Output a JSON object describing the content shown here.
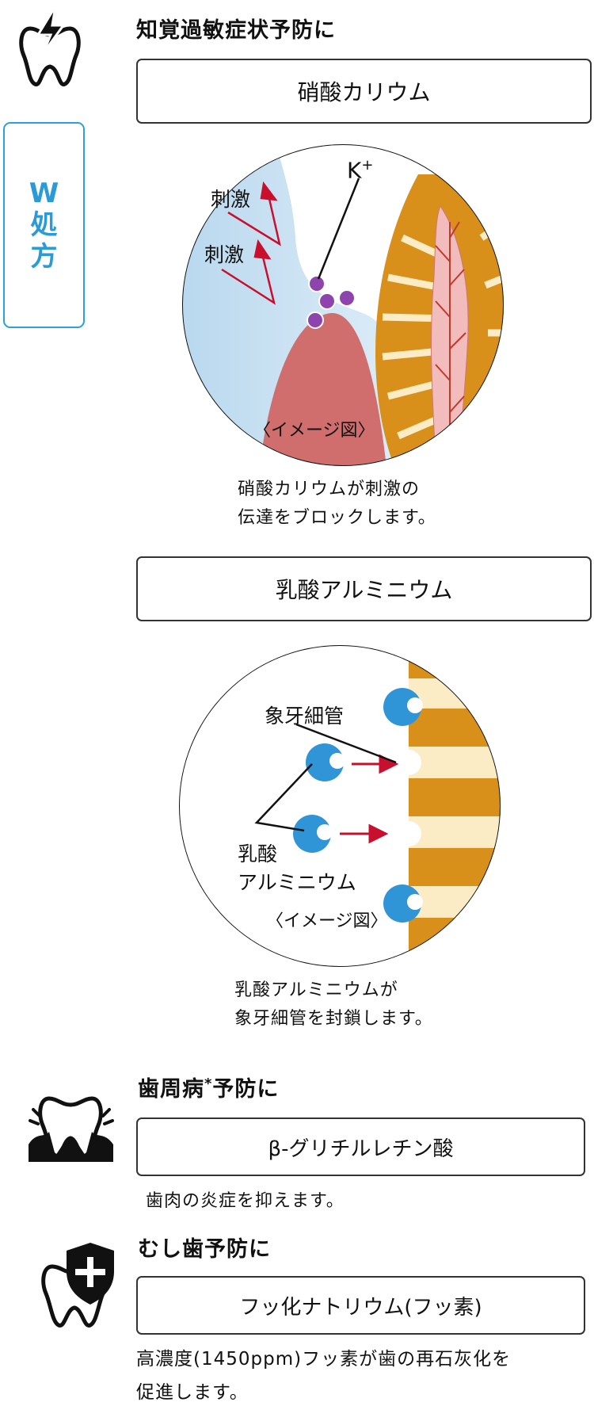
{
  "section1": {
    "heading": "知覚過敏症状予防に",
    "badge": [
      "W",
      "処",
      "方"
    ],
    "ingredient1": {
      "box": "硝酸カリウム",
      "labels": {
        "k": "K",
        "k_sup": "+",
        "stim1": "刺激",
        "stim2": "刺激",
        "image_note": "〈イメージ図〉"
      },
      "caption": [
        "硝酸カリウムが刺激の",
        "伝達をブロックします。"
      ]
    },
    "ingredient2": {
      "box": "乳酸アルミニウム",
      "labels": {
        "tubule": "象牙細管",
        "al1": "乳酸",
        "al2": "アルミニウム",
        "image_note": "〈イメージ図〉"
      },
      "caption": [
        "乳酸アルミニウムが",
        "象牙細管を封鎖します。"
      ]
    }
  },
  "section2": {
    "heading": "歯周病",
    "heading_mark": "*",
    "heading_tail": "予防に",
    "box": "β-グリチルレチン酸",
    "caption": "歯肉の炎症を抑えます。"
  },
  "section3": {
    "heading": "むし歯予防に",
    "box": "フッ化ナトリウム(フッ素)",
    "caption": [
      "高濃度(1450ppm)フッ素が歯の再石灰化を",
      "促進します。"
    ]
  },
  "colors": {
    "accent": "#2a9bd6",
    "arrow": "#c8102e",
    "dentin": "#d9901a",
    "pulp": "#e8a8a8"
  },
  "icons": [
    "tooth-lightning-icon",
    "tooth-gum-icon",
    "tooth-shield-icon"
  ]
}
